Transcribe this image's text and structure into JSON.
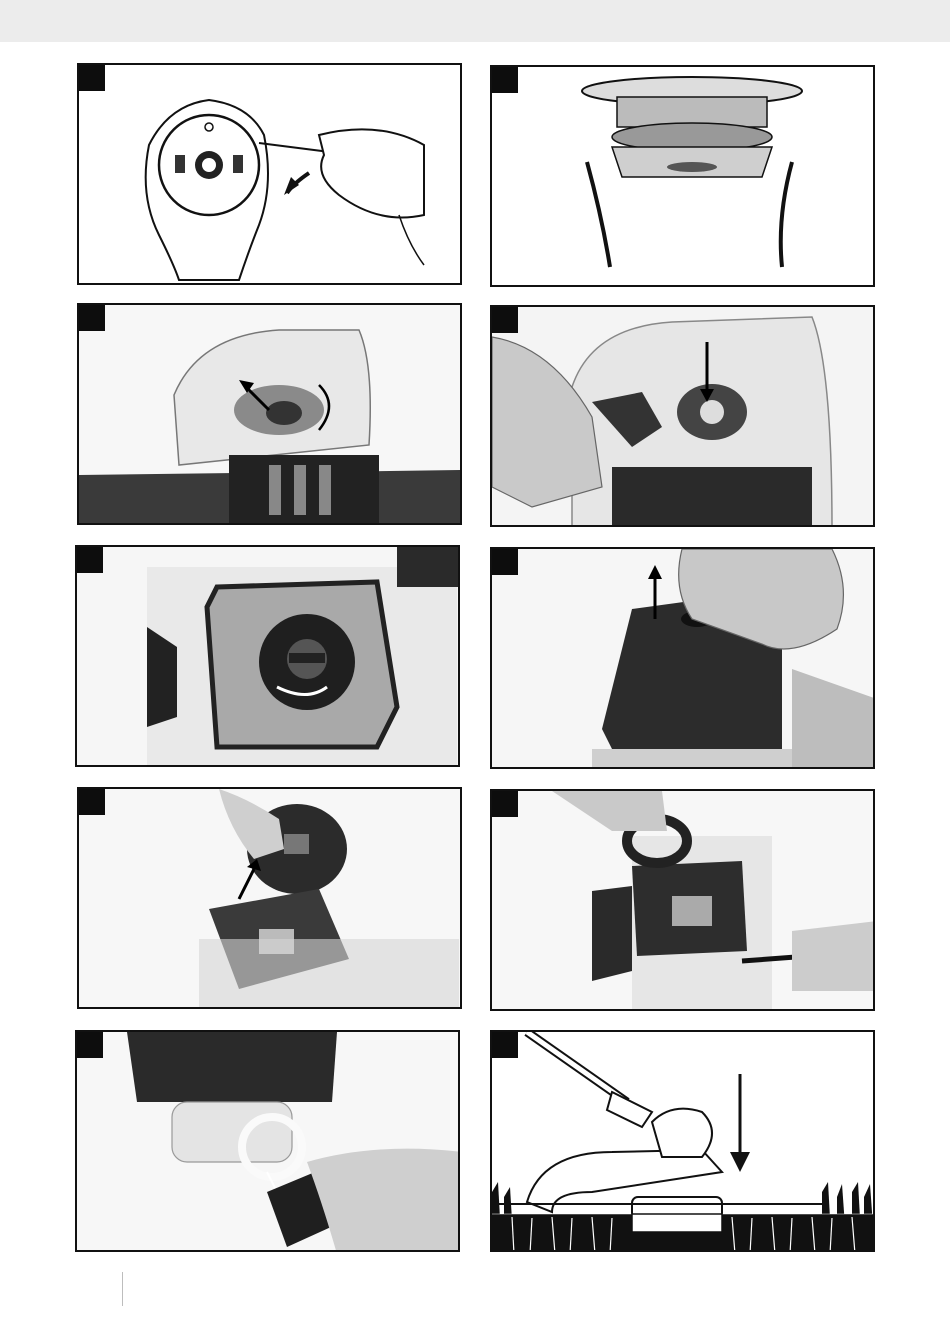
{
  "page": {
    "figures": [
      {
        "id": "fig-1",
        "subject": "trimmer-spool-line-winding"
      },
      {
        "id": "fig-2",
        "subject": "spool-with-line-ends"
      },
      {
        "id": "fig-3",
        "subject": "choke-lever-rotate"
      },
      {
        "id": "fig-4",
        "subject": "primer-bulb-press"
      },
      {
        "id": "fig-5",
        "subject": "air-filter-cover-knob"
      },
      {
        "id": "fig-6",
        "subject": "air-filter-cover-lift"
      },
      {
        "id": "fig-7",
        "subject": "air-filter-cover-removed"
      },
      {
        "id": "fig-8",
        "subject": "foam-filter-removal"
      },
      {
        "id": "fig-9",
        "subject": "fuel-tank-cap-open"
      },
      {
        "id": "fig-10",
        "subject": "trimmer-head-bump-on-ground"
      }
    ]
  },
  "colors": {
    "frame": "#111111",
    "badge": "#0d0d0d",
    "photo_dark": "#2a2a2a",
    "photo_mid": "#8c8c8c",
    "photo_light": "#e6e6e6",
    "top_band": "#ececec"
  }
}
